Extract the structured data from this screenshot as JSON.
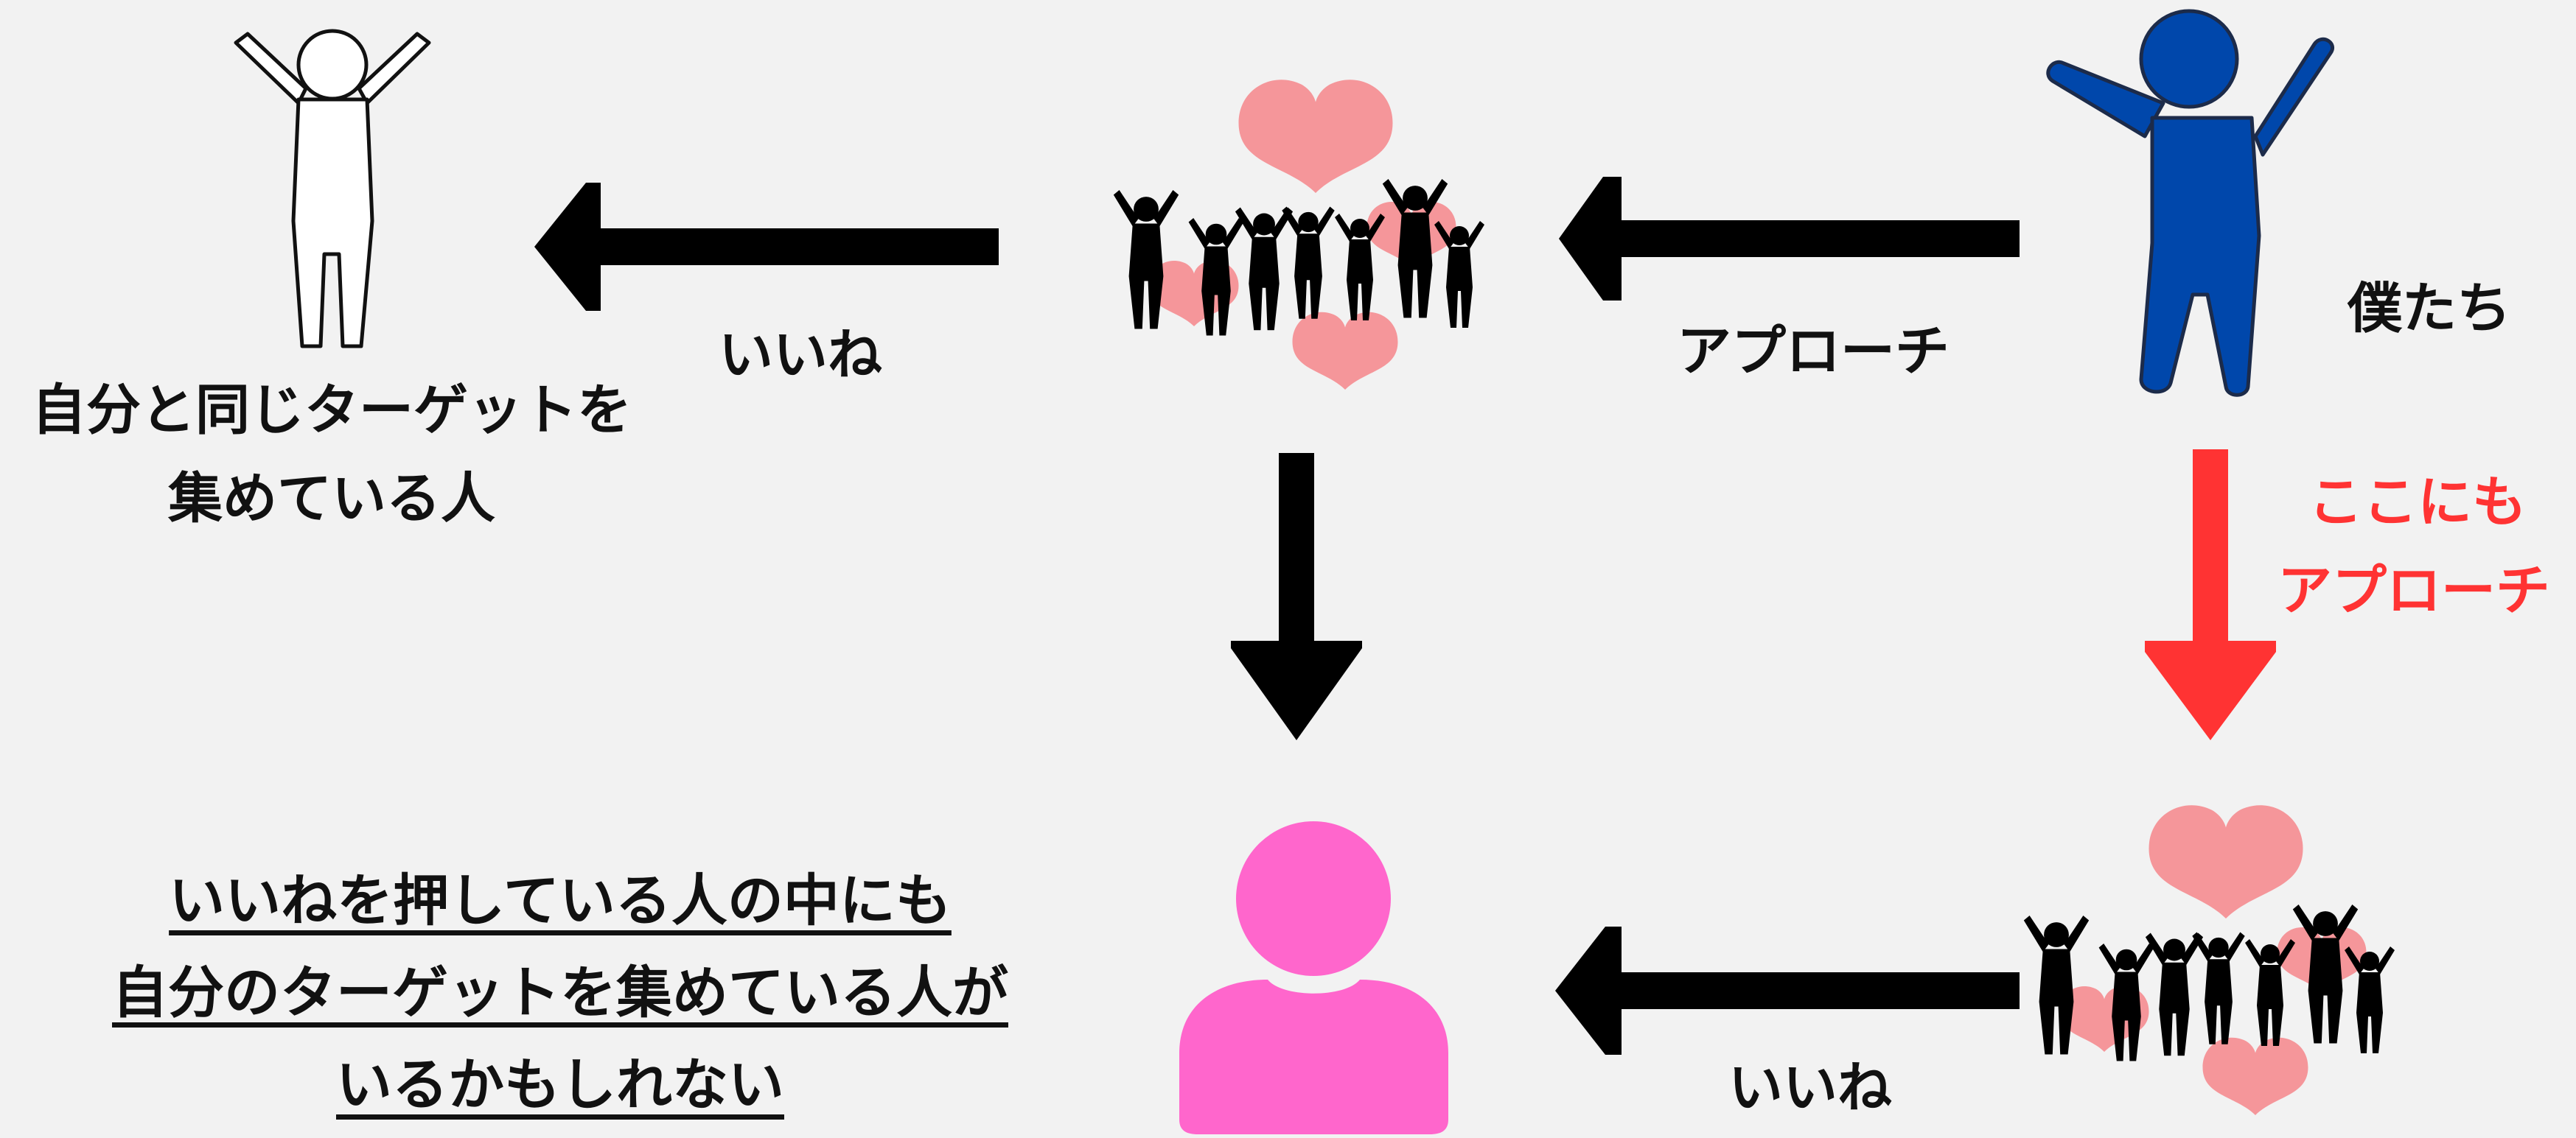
{
  "colors": {
    "background": "#f2f2f2",
    "arrow_black": "#000000",
    "arrow_red": "#ff3333",
    "us_figure": "#0047ab",
    "target_person": "#ff66cc",
    "heart": "#f5969a",
    "label_red": "#ff3333"
  },
  "nodes": {
    "us": {
      "label": "僕たち",
      "icon": "raised-arms-person-blue-icon"
    },
    "competitor": {
      "label_line1": "自分と同じターゲットを",
      "label_line2": "集めている人",
      "icon": "raised-arms-person-outline-icon"
    },
    "crowd_top": {
      "icon": "jumping-crowd-hearts-icon"
    },
    "crowd_bottom": {
      "icon": "jumping-crowd-hearts-icon"
    },
    "target": {
      "icon": "person-pink-icon"
    }
  },
  "edges": {
    "us_to_crowd": {
      "label": "アプローチ"
    },
    "crowd_to_competitor": {
      "label": "いいね"
    },
    "us_to_bottom_crowd": {
      "label_line1": "ここにも",
      "label_line2": "アプローチ"
    },
    "bottom_crowd_to_target": {
      "label": "いいね"
    },
    "crowd_to_target": {
      "label": ""
    }
  },
  "caption": {
    "line1": "いいねを押している人の中にも",
    "line2": "自分のターゲットを集めている人が",
    "line3": "いるかもしれない"
  }
}
